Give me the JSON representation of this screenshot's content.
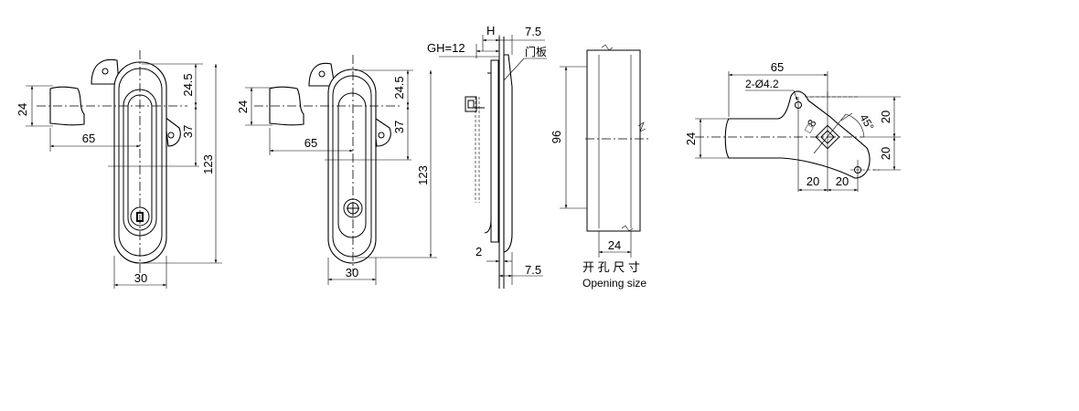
{
  "views": {
    "front_key": {
      "dims": {
        "handle_height": "24",
        "handle_length": "65",
        "top_offset": "24.5",
        "center_to_pin": "37",
        "overall_height": "123",
        "width": "30"
      }
    },
    "front_screw": {
      "dims": {
        "handle_height": "24",
        "handle_length": "65",
        "top_offset": "24.5",
        "center_to_pin": "37",
        "overall_height": "123",
        "width": "30"
      }
    },
    "side": {
      "dims": {
        "gh": "GH=12",
        "h": "H",
        "top_thickness": "7.5",
        "base_thickness": "2",
        "bottom_thickness": "7.5"
      },
      "panel_label": "门板"
    },
    "opening": {
      "dims": {
        "height": "96",
        "width": "24"
      },
      "caption_cn": "开 孔 尺 寸",
      "caption_en": "Opening size"
    },
    "cam": {
      "dims": {
        "length": "65",
        "holes": "2-Ø4.2",
        "square": "□8",
        "angle": "45°",
        "upper_offset": "20",
        "lower_offset": "20",
        "height": "24",
        "base_left": "20",
        "base_right": "20"
      }
    }
  }
}
